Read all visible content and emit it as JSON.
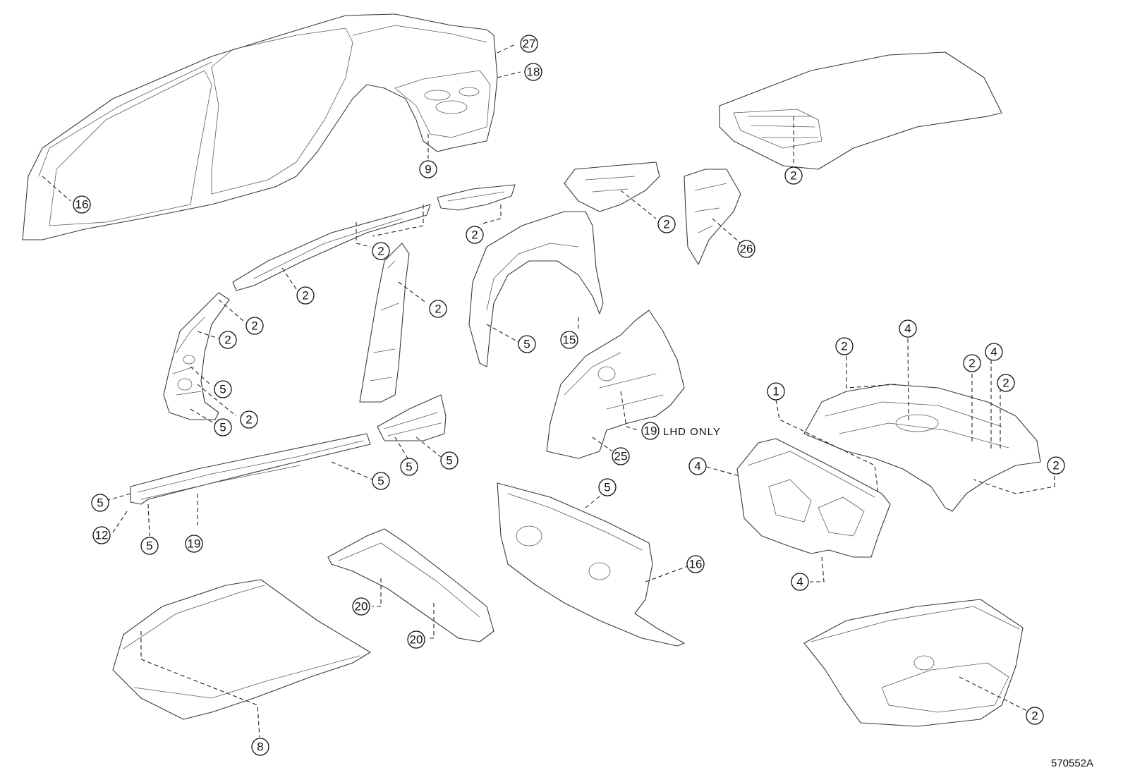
{
  "callouts": {
    "c27": "27",
    "c18": "18",
    "c9": "9",
    "c16a": "16",
    "c2_roof": "2",
    "c2_rail_a": "2",
    "c2_rail_b": "2",
    "c2_rail_c": "2",
    "c2_pillar_b": "2",
    "c2_pillar_a1": "2",
    "c2_pillar_a2": "2",
    "c2_pillar_a3": "2",
    "c2_quarter": "2",
    "c26": "26",
    "c5_wheelhouse": "5",
    "c15": "15",
    "c19_wheel": "19",
    "c25": "25",
    "c5_apron1": "5",
    "c5_apron2": "5",
    "c5_pillar_a1": "5",
    "c5_pillar_a2": "5",
    "c5_rocker": "5",
    "c5_rocker_l": "5",
    "c12": "12",
    "c5_rocker_b": "5",
    "c19_rocker": "19",
    "c5_dash": "5",
    "c16_dash": "16",
    "c20a": "20",
    "c20b": "20",
    "c8": "8",
    "c1": "1",
    "c4_panel_l": "4",
    "c4_panel_b": "4",
    "c4_floor_t": "4",
    "c4_floor_r": "4",
    "c2_floor_l": "2",
    "c2_floor_m": "2",
    "c2_floor_r1": "2",
    "c2_floor_r2": "2",
    "c2_trunk": "2"
  },
  "notes": {
    "lhd_only": "LHD ONLY"
  },
  "diagram_code": "570552A"
}
